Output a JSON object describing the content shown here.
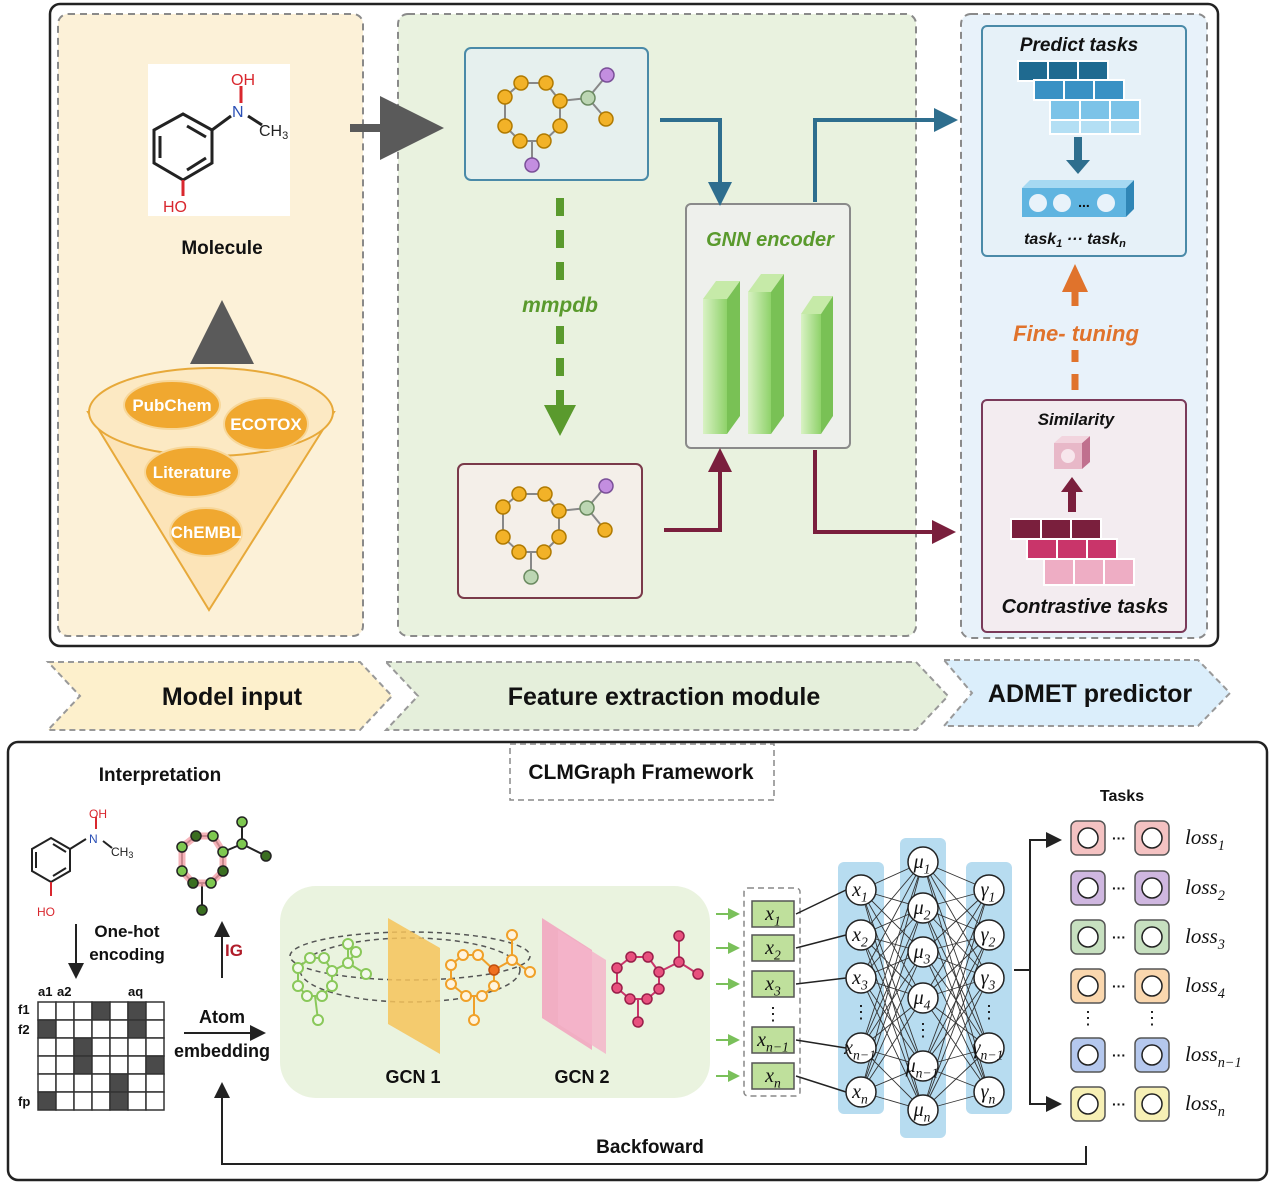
{
  "top": {
    "molecule": {
      "oh": "OH",
      "n": "N",
      "ch3": "CH",
      "ch3_sub": "3",
      "ho": "HO",
      "label": "Molecule"
    },
    "sources": [
      "PubChem",
      "ECOTOX",
      "Literature",
      "ChEMBL"
    ],
    "mmpdb": "mmpdb",
    "gnn_encoder": "GNN encoder",
    "predict_tasks": "Predict tasks",
    "task_dots": "...",
    "task1": "task",
    "task1_sub": "1",
    "task_ellipsis": "···",
    "taskn": "task",
    "taskn_sub": "n",
    "fine_tuning": "Fine- tuning",
    "similarity": "Similarity",
    "contrastive_tasks": "Contrastive tasks"
  },
  "banners": {
    "model_input": "Model input",
    "feature_extraction": "Feature extraction module",
    "admet": "ADMET predictor"
  },
  "bottom": {
    "framework": "CLMGraph Framework",
    "interpretation": "Interpretation",
    "molecule": {
      "oh": "OH",
      "n": "N",
      "ch3": "CH",
      "ch3_sub": "3",
      "ho": "HO"
    },
    "onehot_line1": "One-hot",
    "onehot_line2": "encoding",
    "ig": "IG",
    "atom_line1": "Atom",
    "atom_line2": "embedding",
    "col_a1": "a1",
    "col_a2": "a2",
    "col_aq": "aq",
    "row_f1": "f1",
    "row_f2": "f2",
    "row_fp": "fp",
    "gcn1": "GCN 1",
    "gcn2": "GCN 2",
    "tasks_title": "Tasks",
    "backward": "Backfoward",
    "x_nodes": [
      {
        "b": "x",
        "s": "1"
      },
      {
        "b": "x",
        "s": "2"
      },
      {
        "b": "x",
        "s": "3"
      },
      {
        "b": "x",
        "s": "n−1"
      },
      {
        "b": "x",
        "s": "n"
      }
    ],
    "mu_nodes": [
      {
        "b": "μ",
        "s": "1"
      },
      {
        "b": "μ",
        "s": "2"
      },
      {
        "b": "μ",
        "s": "3"
      },
      {
        "b": "μ",
        "s": "4"
      },
      {
        "b": "μ",
        "s": "n−1"
      },
      {
        "b": "μ",
        "s": "n"
      }
    ],
    "gamma_nodes": [
      {
        "b": "γ",
        "s": "1"
      },
      {
        "b": "γ",
        "s": "2"
      },
      {
        "b": "γ",
        "s": "3"
      },
      {
        "b": "γ",
        "s": "n−1"
      },
      {
        "b": "γ",
        "s": "n"
      }
    ],
    "vdots": "⋮",
    "hdots": "···",
    "losses": [
      {
        "b": "loss",
        "s": "1",
        "color": "#f4c2c2"
      },
      {
        "b": "loss",
        "s": "2",
        "color": "#cfb7e0"
      },
      {
        "b": "loss",
        "s": "3",
        "color": "#c7e0c0"
      },
      {
        "b": "loss",
        "s": "4",
        "color": "#fad7ae"
      },
      {
        "b": "loss",
        "s": "n−1",
        "color": "#b5c8ee"
      },
      {
        "b": "loss",
        "s": "n",
        "color": "#f7f0b5"
      }
    ]
  }
}
